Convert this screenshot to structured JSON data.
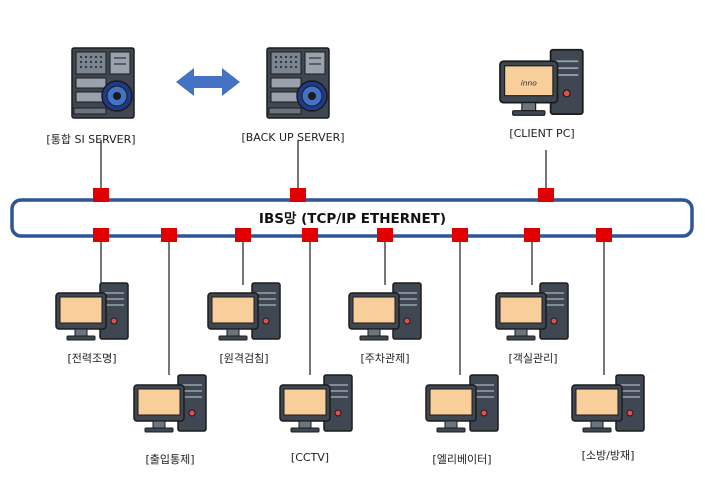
{
  "network": {
    "title": "IBS망 (TCP/IP ETHERNET)"
  },
  "top_nodes": [
    {
      "label": "[통합 SI SERVER]"
    },
    {
      "label": "[BACK UP SERVER]"
    },
    {
      "label": "[CLIENT PC]",
      "screen_text": "inno"
    }
  ],
  "bottom_nodes": [
    {
      "label": "[전력조명]"
    },
    {
      "label": "[출입통제]"
    },
    {
      "label": "[원격검침]"
    },
    {
      "label": "[CCTV]"
    },
    {
      "label": "[주차관제]"
    },
    {
      "label": "[엘리베이터]"
    },
    {
      "label": "[객실관리]"
    },
    {
      "label": "[소방/방재]"
    }
  ],
  "colors": {
    "bus": "#2f5597",
    "connector": "#e00000",
    "sync_arrow": "#4472c4",
    "screen": "#f8cf9a",
    "device_body": "#3f4852",
    "device_outline": "#1b1b1b"
  }
}
